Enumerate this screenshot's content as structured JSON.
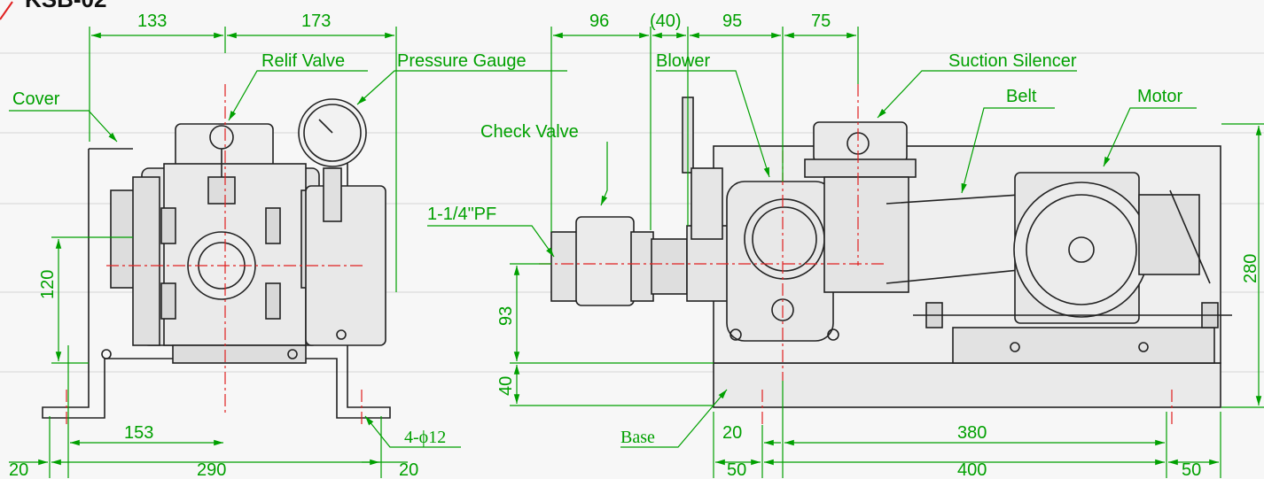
{
  "title": "KSB-02",
  "colors": {
    "dimension": "#00a000",
    "outline": "#222222",
    "centerline": "#e02020",
    "background": "#f7f7f7"
  },
  "labels": {
    "relief_valve": "Relif Valve",
    "pressure_gauge": "Pressure Gauge",
    "cover": "Cover",
    "blower": "Blower",
    "suction_silencer": "Suction Silencer",
    "belt": "Belt",
    "motor": "Motor",
    "check_valve": "Check Valve",
    "port": "1-1/4\"PF",
    "base": "Base",
    "holes": "4-ϕ12"
  },
  "dimensions": {
    "top_left": "133",
    "top_mid": "173",
    "top_96": "96",
    "top_40": "(40)",
    "top_95": "95",
    "top_75": "75",
    "height_120": "120",
    "height_93": "93",
    "height_40": "40",
    "height_280": "280",
    "width_153": "153",
    "width_20_left": "20",
    "width_290": "290",
    "width_20_mid": "20",
    "side_20": "20",
    "side_380": "380",
    "side_50_left": "50",
    "side_400": "400",
    "side_50_right": "50"
  }
}
